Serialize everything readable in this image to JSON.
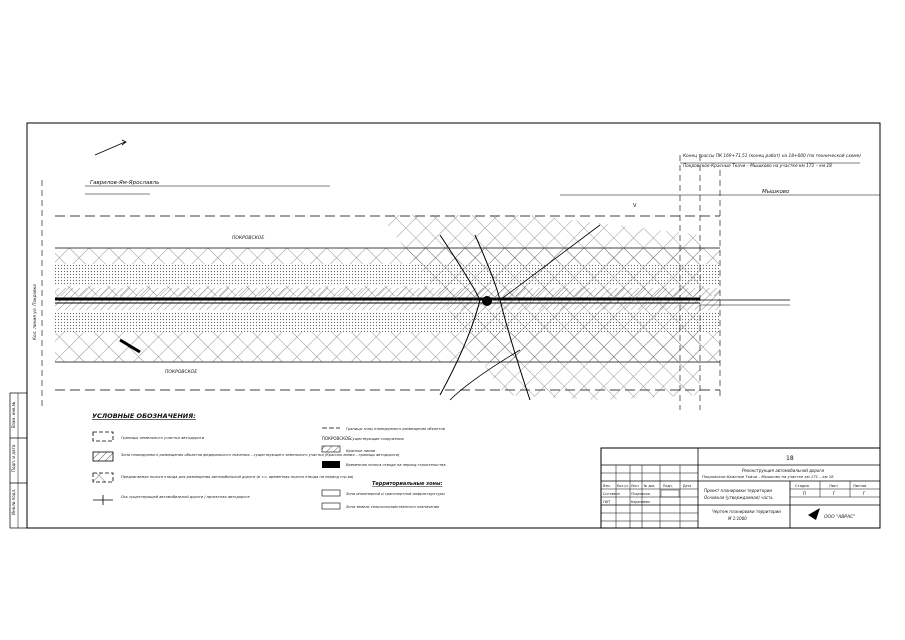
{
  "drawing": {
    "map_labels": {
      "road_name_left": "Гаврилов-Ям-Ярославль",
      "road_name_right": "Мышково",
      "top_right_line1": "Конец трассы ПК 169+71,51 (конец работ) на 18+000 (по технической схеме)",
      "top_right_line2": "Покровское-Красные Ткачи – Мышково на участке км 171 – км 18",
      "side_label": "Кол. линия ул. Покровка",
      "area_label_top": "ПОКРОВСКОЕ",
      "area_label_bottom": "ПОКРОВСКОЕ",
      "road_marker": "V"
    },
    "legend": {
      "title": "УСЛОВНЫЕ ОБОЗНАЧЕНИЯ:",
      "col1": [
        "Границы земельного участка автодороги",
        "Зона планируемого размещения объектов федерального значения – существующего земельного участка (Красная линия – границы автодороги)",
        "Предлагаемая полоса отвода для размещения автомобильной дороги (в т.ч. временная полоса отвода на период стр-ва)",
        "Ось существующей автомобильной дороги / проектная автодорога"
      ],
      "col2": [
        "Границы зоны планируемого размещения объектов",
        "Существующие сооружения",
        "Красные линии",
        "Временная полоса отвода на период строительства"
      ],
      "subtitle": "Территориальные зоны:",
      "col3": [
        "Зона инженерной и транспортной инфраструктуры",
        "Зона земель сельскохозяйственного назначения"
      ]
    },
    "stamp": {
      "sheet_number": "18",
      "title_line1": "Реконструкция автомобильной дороги",
      "title_line2": "Покровское-Красные Ткачи – Мышково на участке км 171 – км 18",
      "project_title_line1": "Проект планировки территории",
      "project_title_line2": "Основная (утверждаемая) часть",
      "drawing_title_line1": "Чертеж планировки территории",
      "drawing_title_line2": "М 1:1000",
      "col_headers": [
        "Стадия",
        "Лист",
        "Листов"
      ],
      "col_values": [
        "П",
        "Г",
        "Г"
      ],
      "row_headers": [
        "Изм.",
        "Кол.уч.",
        "Лист",
        "№ док.",
        "Подп.",
        "Дата"
      ],
      "roles": [
        "Составил",
        "ГИП"
      ],
      "names": [
        "Покровска",
        "Карачаево"
      ],
      "company": "ООО \"АВРАС\""
    },
    "left_strip": [
      "Инв.№ подл.",
      "Подп. и дата",
      "Взам. инв.№"
    ]
  }
}
